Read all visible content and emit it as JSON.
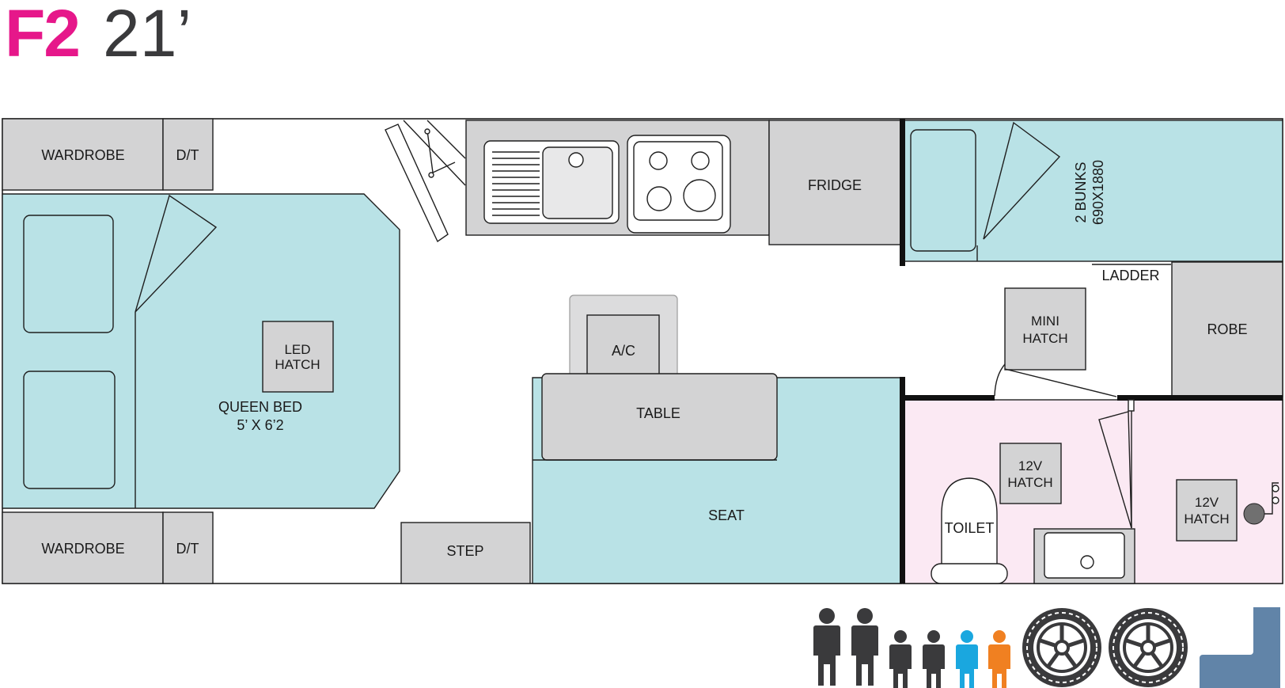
{
  "title": {
    "model": "F2",
    "length": "21’"
  },
  "rooms": {
    "wardrobe_top": "WARDROBE",
    "dt_top": "D/T",
    "wardrobe_bottom": "WARDROBE",
    "dt_bottom": "D/T",
    "fridge": "FRIDGE",
    "bunks_line1": "2 BUNKS",
    "bunks_line2": "690X1880",
    "ladder": "LADDER",
    "robe": "ROBE",
    "mini_hatch_line1": "MINI",
    "mini_hatch_line2": "HATCH",
    "led_hatch_line1": "LED",
    "led_hatch_line2": "HATCH",
    "queen_bed_line1": "QUEEN BED",
    "queen_bed_line2": "5’ X 6’2",
    "ac": "A/C",
    "table": "TABLE",
    "seat": "SEAT",
    "step": "STEP",
    "hatch_12v_a_line1": "12V",
    "hatch_12v_a_line2": "HATCH",
    "hatch_12v_b_line1": "12V",
    "hatch_12v_b_line2": "HATCH",
    "toilet": "TOILET"
  },
  "features": {
    "sleeps_adults": 2,
    "sleeps_kids": 2,
    "sleeps_extra_kids": 2,
    "wheels": 2
  },
  "colors": {
    "brand_pink": "#e6178a",
    "sleep_zone": "#b9e2e6",
    "bathroom_zone": "#fbe9f3",
    "fixture_gray": "#d3d3d4",
    "person_dark": "#3a3a3c",
    "person_blue": "#1aa7df",
    "person_orange": "#f08021",
    "corner_icon": "#6184a8"
  },
  "icons": [
    "adult-person-icon",
    "child-person-icon",
    "wheel-icon",
    "corner-lounge-icon"
  ]
}
